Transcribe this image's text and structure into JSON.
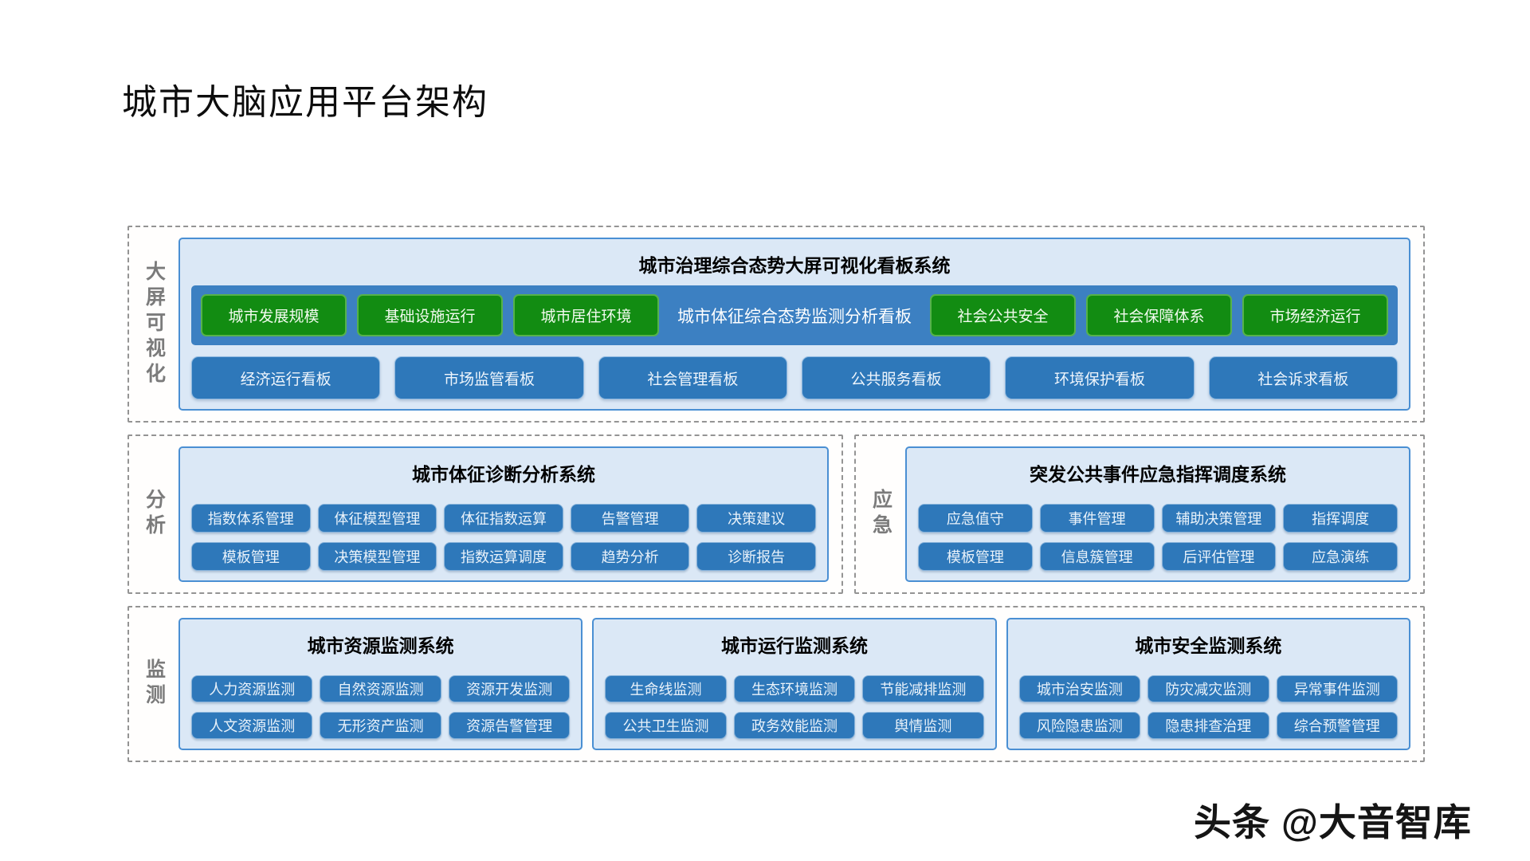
{
  "title": "城市大脑应用平台架构",
  "watermark": "头条 @大音智库",
  "colors": {
    "green_button": "#128c12",
    "green_border": "#56b24a",
    "blue_button": "#2e78ba",
    "blue_bar": "#3c80c2",
    "panel_bg": "#dbe8f6",
    "panel_border": "#4a8fd3",
    "dashed_border": "#949494"
  },
  "visualization": {
    "label": "大屏可视化",
    "system_title": "城市治理综合态势大屏可视化看板系统",
    "bar_title": "城市体征综合态势监测分析看板",
    "green_left": [
      "城市发展规模",
      "基础设施运行",
      "城市居住环境"
    ],
    "green_right": [
      "社会公共安全",
      "社会保障体系",
      "市场经济运行"
    ],
    "boards": [
      "经济运行看板",
      "市场监管看板",
      "社会管理看板",
      "公共服务看板",
      "环境保护看板",
      "社会诉求看板"
    ]
  },
  "analysis": {
    "label": "分析",
    "system_title": "城市体征诊断分析系统",
    "row1": [
      "指数体系管理",
      "体征模型管理",
      "体征指数运算",
      "告警管理",
      "决策建议"
    ],
    "row2": [
      "模板管理",
      "决策模型管理",
      "指数运算调度",
      "趋势分析",
      "诊断报告"
    ]
  },
  "emergency": {
    "label": "应急",
    "system_title": "突发公共事件应急指挥调度系统",
    "row1": [
      "应急值守",
      "事件管理",
      "辅助决策管理",
      "指挥调度"
    ],
    "row2": [
      "模板管理",
      "信息簇管理",
      "后评估管理",
      "应急演练"
    ]
  },
  "monitoring": {
    "label": "监测",
    "systems": [
      {
        "title": "城市资源监测系统",
        "row1": [
          "人力资源监测",
          "自然资源监测",
          "资源开发监测"
        ],
        "row2": [
          "人文资源监测",
          "无形资产监测",
          "资源告警管理"
        ]
      },
      {
        "title": "城市运行监测系统",
        "row1": [
          "生命线监测",
          "生态环境监测",
          "节能减排监测"
        ],
        "row2": [
          "公共卫生监测",
          "政务效能监测",
          "舆情监测"
        ]
      },
      {
        "title": "城市安全监测系统",
        "row1": [
          "城市治安监测",
          "防灾减灾监测",
          "异常事件监测"
        ],
        "row2": [
          "风险隐患监测",
          "隐患排查治理",
          "综合预警管理"
        ]
      }
    ]
  }
}
